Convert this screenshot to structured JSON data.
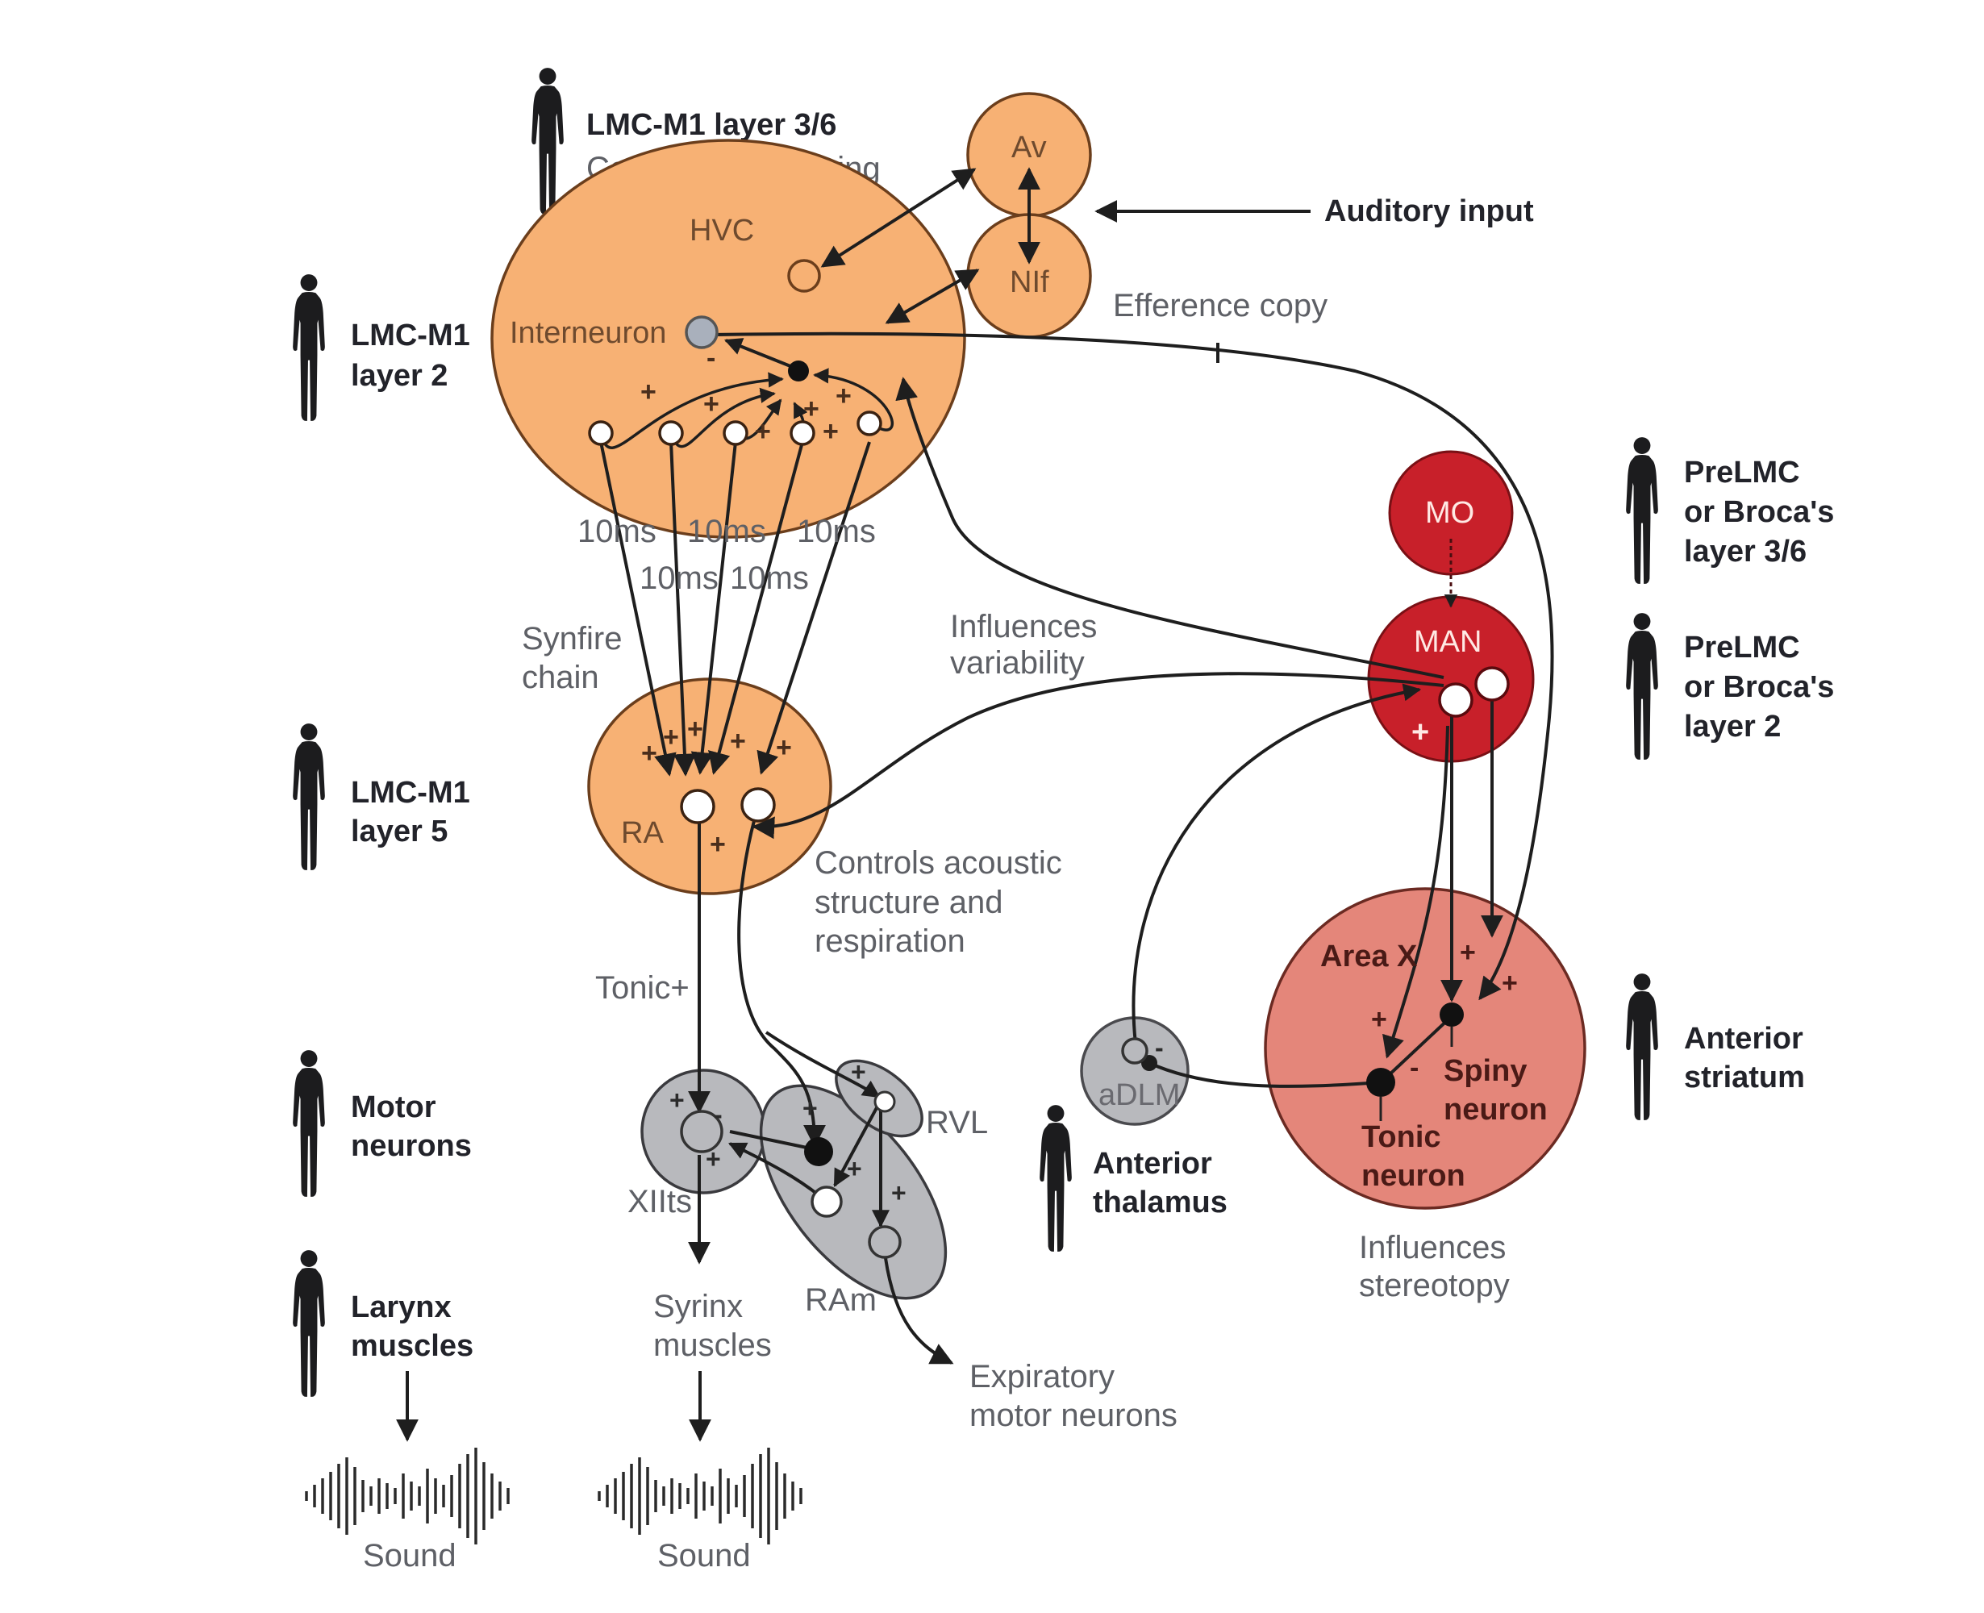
{
  "colors": {
    "cortex_orange": "#f7b174",
    "cortex_stroke": "#6b3e1c",
    "basal_red": "#c8202a",
    "striatum_pink": "#e4867a",
    "brainstem_gray": "#b8b9bd",
    "interneuron_gray": "#a9b0bc",
    "wire": "#1e1e1e"
  },
  "human_labels": {
    "lmc_m1_layer_3_6": {
      "title": "LMC-M1 layer 3/6",
      "subtitle": "Controls sequencing"
    },
    "lmc_m1_layer_2": [
      "LMC-M1",
      "layer 2"
    ],
    "lmc_m1_layer_5": [
      "LMC-M1",
      "layer 5"
    ],
    "motor_neurons": [
      "Motor",
      "neurons"
    ],
    "larynx_muscles": [
      "Larynx",
      "muscles"
    ],
    "prelmc_layer_3_6": [
      "PreLMC",
      "or Broca's",
      "layer 3/6"
    ],
    "prelmc_layer_2": [
      "PreLMC",
      "or Broca's",
      "layer 2"
    ],
    "anterior_striatum": [
      "Anterior",
      "striatum"
    ],
    "anterior_thalamus": [
      "Anterior",
      "thalamus"
    ]
  },
  "nuclei": {
    "hvc": "HVC",
    "interneuron": "Interneuron",
    "av": "Av",
    "nif": "NIf",
    "ra": "RA",
    "mo": "MO",
    "man": "MAN",
    "area_x": "Area X",
    "adlm": "aDLM",
    "xiits": "XIIts",
    "rvl": "RVL",
    "ram": "RAm"
  },
  "annotations": {
    "auditory_input": "Auditory input",
    "efference_copy": "Efference copy",
    "delay_label": "10ms",
    "synfire_chain": [
      "Synfire",
      "chain"
    ],
    "influences_variability": [
      "Influences",
      "variability"
    ],
    "controls_acoustic": [
      "Controls acoustic",
      "structure and",
      "respiration"
    ],
    "tonic_plus": "Tonic+",
    "spiny_neuron": [
      "Spiny",
      "neuron"
    ],
    "tonic_neuron": [
      "Tonic",
      "neuron"
    ],
    "influences_stereotopy": [
      "Influences",
      "stereotopy"
    ],
    "syrinx_muscles": [
      "Syrinx",
      "muscles"
    ],
    "expiratory_motor_neurons": [
      "Expiratory",
      "motor neurons"
    ],
    "sound": "Sound"
  },
  "signs": {
    "plus": "+",
    "minus": "-"
  }
}
